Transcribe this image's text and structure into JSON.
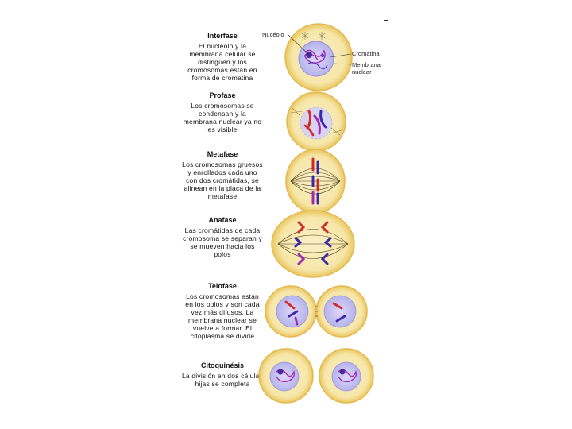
{
  "callouts": {
    "nucleolus": "Nucéolo",
    "chromatin": "Cromatina",
    "membrane": "Membrana nuclear"
  },
  "stages": [
    {
      "title": "Interfase",
      "desc": "El nucléolo y la membrana celular se distinguen y los cromosomas están en forma de cromatina"
    },
    {
      "title": "Profase",
      "desc": "Los cromosomas se condensan y la membrana nuclear ya no es visible"
    },
    {
      "title": "Metafase",
      "desc": "Los cromosomas gruesos y enrollados cada uno con dos cromátidas, se alinean en la placa de la metafase"
    },
    {
      "title": "Anafase",
      "desc": "Las cromátidas de cada cromosoma se separan y se mueven hacia los polos"
    },
    {
      "title": "Telofase",
      "desc": "Los cromosomas están en los polos y son cada vez más difusos. La membrana nuclear se vuelve a formar. El citoplasma se divide"
    },
    {
      "title": "Citoquinésis",
      "desc": "La división en dos células hijas se completa"
    }
  ],
  "colors": {
    "cell_fill": "#f6e6a8",
    "cell_edge": "#e6b84e",
    "nucleus_fill": "#c8c8f0",
    "chromosome_red": "#d22a2a",
    "chromosome_blue": "#3a2aa8",
    "chromosome_purple": "#a02ab0",
    "spindle": "#4a3a20"
  }
}
